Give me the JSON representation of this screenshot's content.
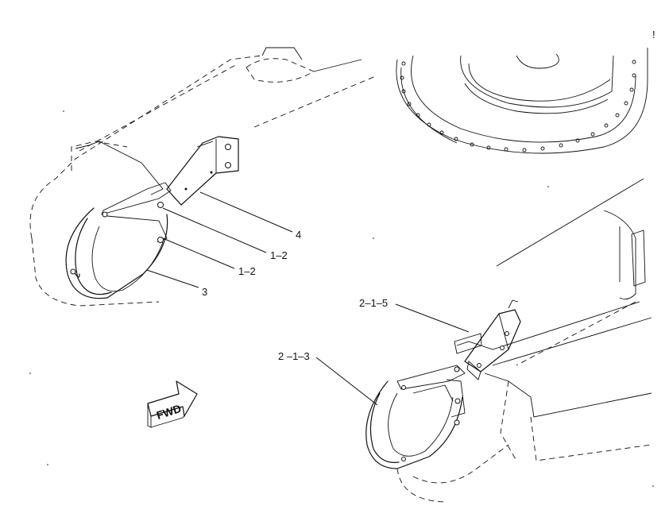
{
  "figure": {
    "callouts": [
      {
        "id": "4",
        "text": "4"
      },
      {
        "id": "1-2-a",
        "text": "1–2"
      },
      {
        "id": "1-2-b",
        "text": "1–2"
      },
      {
        "id": "3",
        "text": "3"
      },
      {
        "id": "2-1-5",
        "text": "2–1–5"
      },
      {
        "id": "2-1-3",
        "text": "2 –1–3"
      }
    ],
    "direction_arrow": {
      "text": "FWD"
    },
    "corner_mark": "!"
  }
}
